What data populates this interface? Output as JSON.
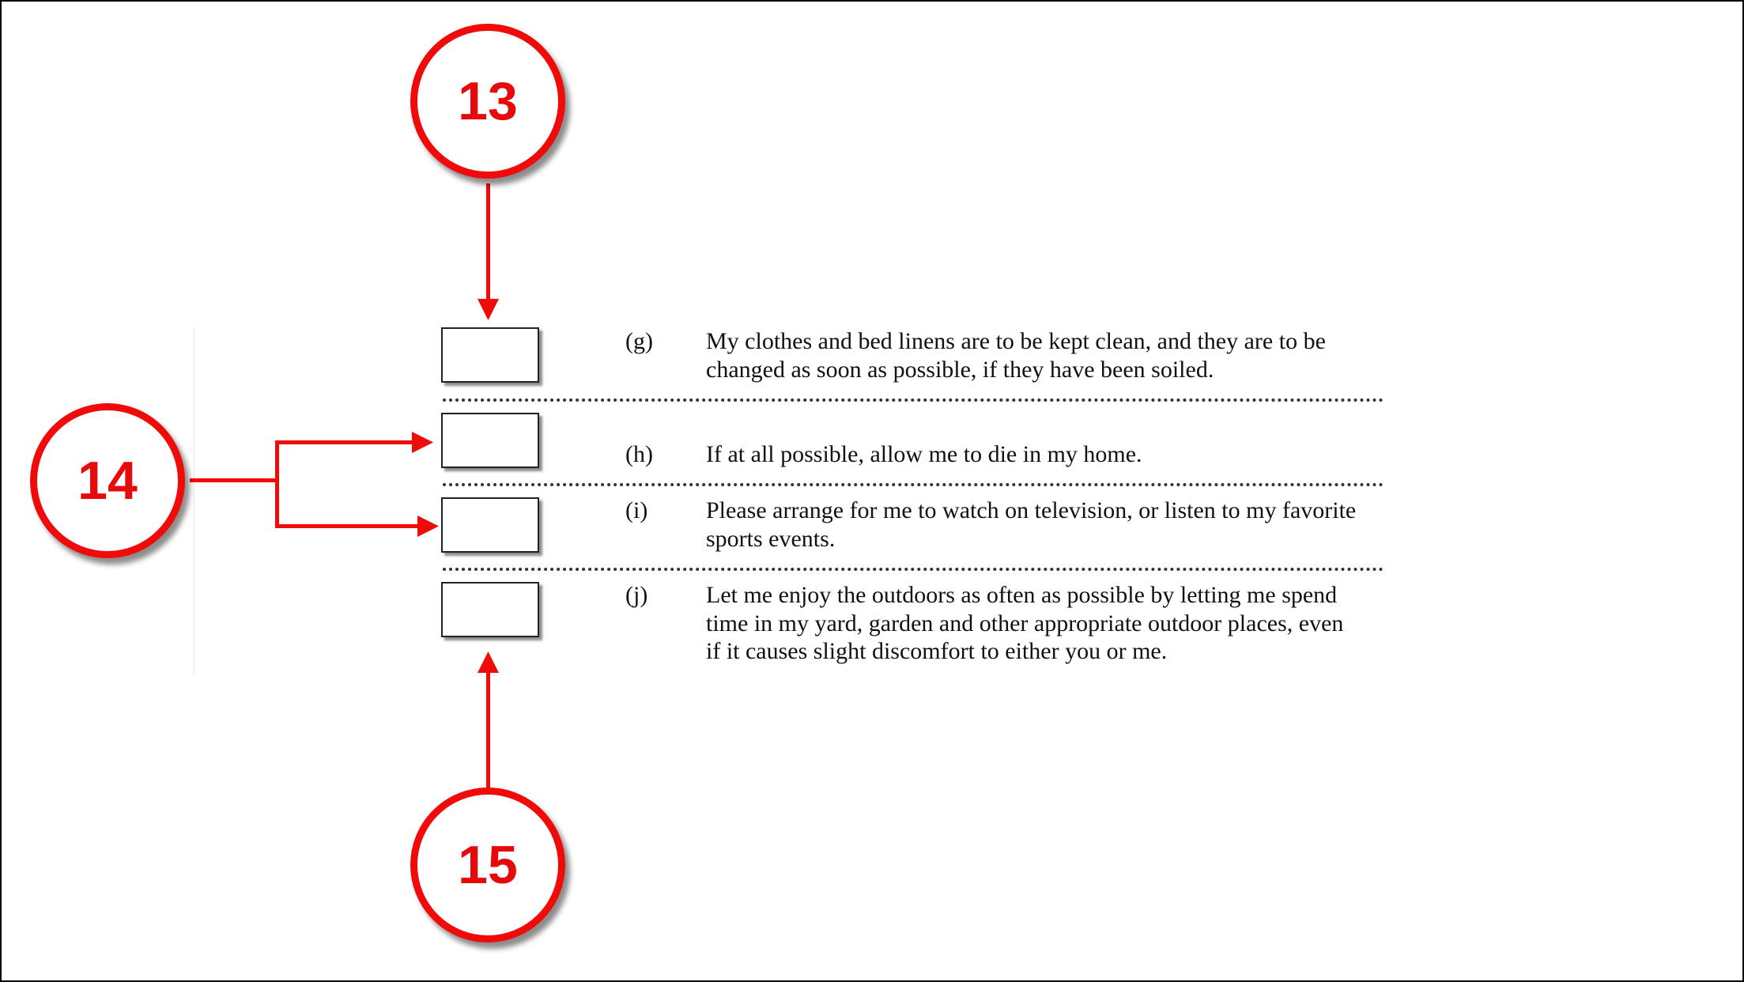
{
  "items": [
    {
      "letter": "(g)",
      "lines": [
        "My clothes and bed linens are to be kept clean, and they are to be",
        "changed as soon as possible, if they have been soiled."
      ]
    },
    {
      "letter": "(h)",
      "lines": [
        "If at all possible, allow me to die in my home."
      ]
    },
    {
      "letter": "(i)",
      "lines": [
        "Please arrange for me to watch on television, or listen to my favorite",
        "sports events."
      ]
    },
    {
      "letter": "(j)",
      "lines": [
        "Let me enjoy the outdoors as often as possible by letting me spend",
        "time in my yard, garden and other appropriate outdoor places, even",
        "if it causes slight discomfort to either you or me."
      ]
    }
  ],
  "callouts": {
    "c13": "13",
    "c14": "14",
    "c15": "15"
  },
  "colors": {
    "annotation_red": "#f00a0a",
    "text": "#111111"
  }
}
